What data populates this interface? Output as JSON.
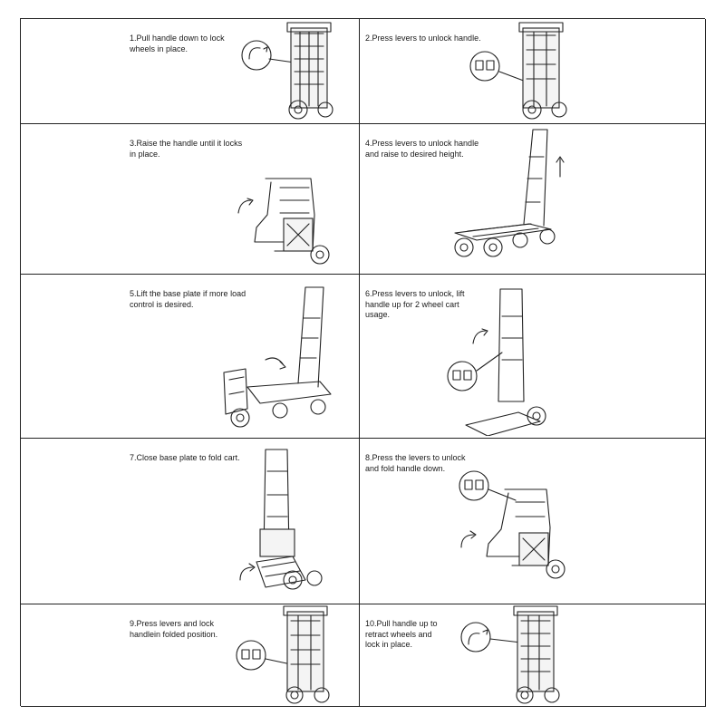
{
  "steps": [
    {
      "caption": "1.Pull handle down to lock\n wheels in place."
    },
    {
      "caption": "2.Press levers to unlock handle."
    },
    {
      "caption": "3.Raise the handle until it locks\n in place."
    },
    {
      "caption": "4.Press levers to unlock handle\n and raise to desired height."
    },
    {
      "caption": "5.Lift the base plate if more load\n control is desired."
    },
    {
      "caption": "6.Press levers to unlock, lift\n handle up for 2 wheel cart\n usage."
    },
    {
      "caption": "7.Close base plate to fold cart."
    },
    {
      "caption": "8.Press the levers to unlock\n and fold handle down."
    },
    {
      "caption": "9.Press levers and lock\n handlein folded position."
    },
    {
      "caption": "10.Pull handle up to\n retract wheels and\n lock in place."
    }
  ],
  "icons": {
    "arrow": "curved-arrow-icon",
    "magnifier": "detail-circle-icon",
    "cart": "hand-truck-illustration"
  }
}
